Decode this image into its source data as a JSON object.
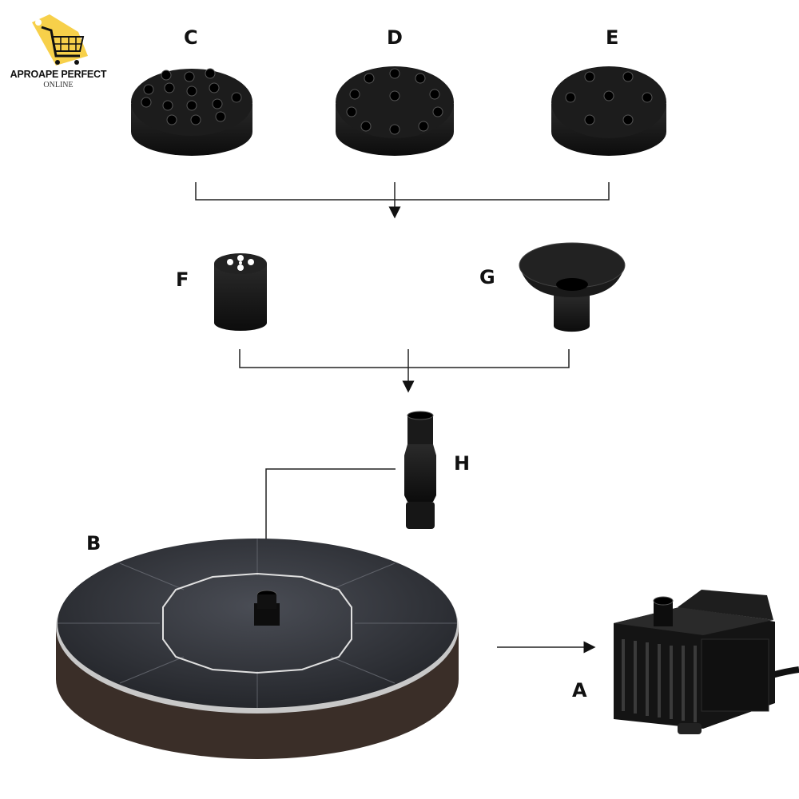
{
  "logo": {
    "name": "APROAPE PERFECT",
    "subtitle": "ONLINE",
    "accent": "#f7d04a"
  },
  "labels": {
    "a": "A",
    "b": "B",
    "c": "C",
    "d": "D",
    "e": "E",
    "f": "F",
    "g": "G",
    "h": "H"
  },
  "colors": {
    "part": "#1a1a1a",
    "line": "#222222",
    "foam": "#3a2e28"
  }
}
